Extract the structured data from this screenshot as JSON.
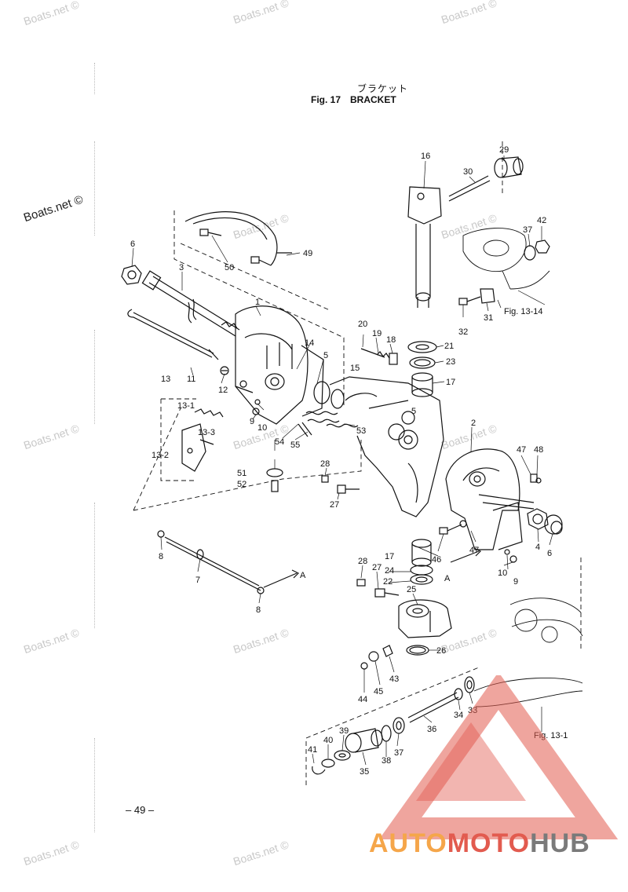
{
  "header": {
    "title_jp": "ブラケット",
    "fig_label": "Fig. 17",
    "fig_title": "BRACKET"
  },
  "footer": {
    "page_number": "– 49 –"
  },
  "watermarks": {
    "text": "Boats.net ©",
    "prominent": "Boats.net ©"
  },
  "logo": {
    "part1": "AUTO",
    "part2": "MOTO",
    "part3": "HUB",
    "colors": {
      "orange": "#f5a64a",
      "red": "#e25b4f",
      "gray": "#7a7a7a"
    }
  },
  "callouts": {
    "c1": "1",
    "c2": "2",
    "c3": "3",
    "c4": "4",
    "c5a": "5",
    "c5b": "5",
    "c6a": "6",
    "c6b": "6",
    "c7": "7",
    "c8a": "8",
    "c8b": "8",
    "c9a": "9",
    "c9b": "9",
    "c10a": "10",
    "c10b": "10",
    "c11": "11",
    "c12": "12",
    "c13": "13",
    "c13_1": "13-1",
    "c13_2": "13-2",
    "c13_3": "13-3",
    "c14": "14",
    "c15": "15",
    "c16": "16",
    "c17a": "17",
    "c17b": "17",
    "c18": "18",
    "c19": "19",
    "c20": "20",
    "c21": "21",
    "c22": "22",
    "c23": "23",
    "c24": "24",
    "c25": "25",
    "c26": "26",
    "c27a": "27",
    "c27b": "27",
    "c28a": "28",
    "c28b": "28",
    "c29": "29",
    "c30": "30",
    "c31": "31",
    "c32": "32",
    "c33": "33",
    "c34": "34",
    "c35": "35",
    "c36": "36",
    "c37a": "37",
    "c37b": "37",
    "c38": "38",
    "c39": "39",
    "c40": "40",
    "c41": "41",
    "c42": "42",
    "c43": "43",
    "c44": "44",
    "c45": "45",
    "c46": "46",
    "c47a": "47",
    "c47b": "47",
    "c48": "48",
    "c49": "49",
    "c50": "50",
    "c51": "51",
    "c52": "52",
    "c53": "53",
    "c54": "54",
    "c55": "55",
    "refA1": "A",
    "refA2": "A",
    "fig13_14": "Fig. 13-14",
    "fig13_1": "Fig. 13-1"
  }
}
